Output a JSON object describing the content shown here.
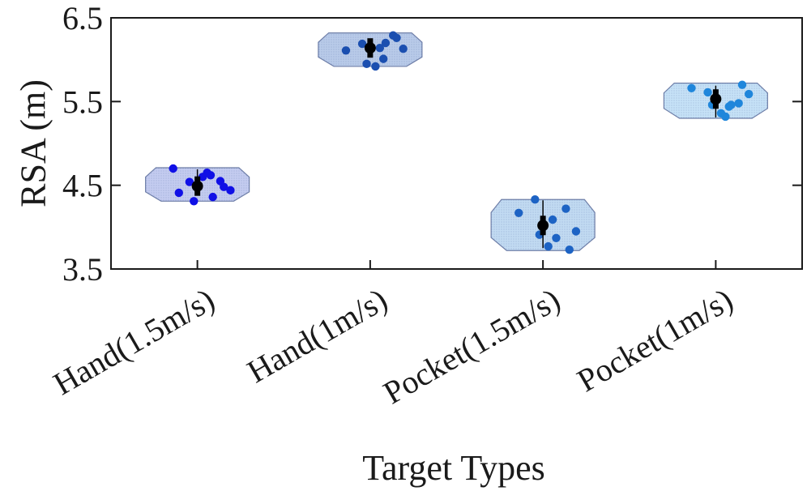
{
  "chart_data": {
    "type": "violin",
    "xlabel": "Target Types",
    "ylabel": "RSA (m)",
    "ylim": [
      3.5,
      6.5
    ],
    "yticks": [
      "3.5",
      "4.5",
      "5.5",
      "6.5"
    ],
    "grid": false,
    "categories": [
      {
        "label": "Hand(1.5m/s)",
        "fill_color": "#c4ccf0",
        "point_color": "#1010e6",
        "range": [
          4.31,
          4.71
        ],
        "mean": 4.49,
        "whisker": [
          4.41,
          4.69
        ],
        "points": [
          4.7,
          4.54,
          4.31,
          4.6,
          4.65,
          4.62,
          4.55,
          4.48,
          4.44,
          4.36,
          4.41
        ]
      },
      {
        "label": "Hand(1m/s)",
        "fill_color": "#b9cbe9",
        "point_color": "#1b4fb0",
        "range": [
          5.92,
          6.32
        ],
        "mean": 6.14,
        "whisker": [
          6.04,
          6.24
        ],
        "points": [
          6.11,
          6.19,
          5.95,
          5.92,
          6.14,
          6.01,
          6.29,
          6.26,
          6.13,
          6.2
        ]
      },
      {
        "label": "Pocket(1.5m/s)",
        "fill_color": "#c2dbf2",
        "point_color": "#1d63c4",
        "range": [
          3.72,
          4.33
        ],
        "mean": 4.02,
        "whisker": [
          3.75,
          4.32
        ],
        "points": [
          4.17,
          4.33,
          3.91,
          3.77,
          4.09,
          3.87,
          4.22,
          3.73,
          3.95
        ]
      },
      {
        "label": "Pocket(1m/s)",
        "fill_color": "#c6e2f7",
        "point_color": "#1f86db",
        "range": [
          5.3,
          5.72
        ],
        "mean": 5.53,
        "whisker": [
          5.31,
          5.69
        ],
        "points": [
          5.66,
          5.61,
          5.46,
          5.36,
          5.32,
          5.44,
          5.48,
          5.7,
          5.59,
          5.46
        ]
      }
    ]
  }
}
